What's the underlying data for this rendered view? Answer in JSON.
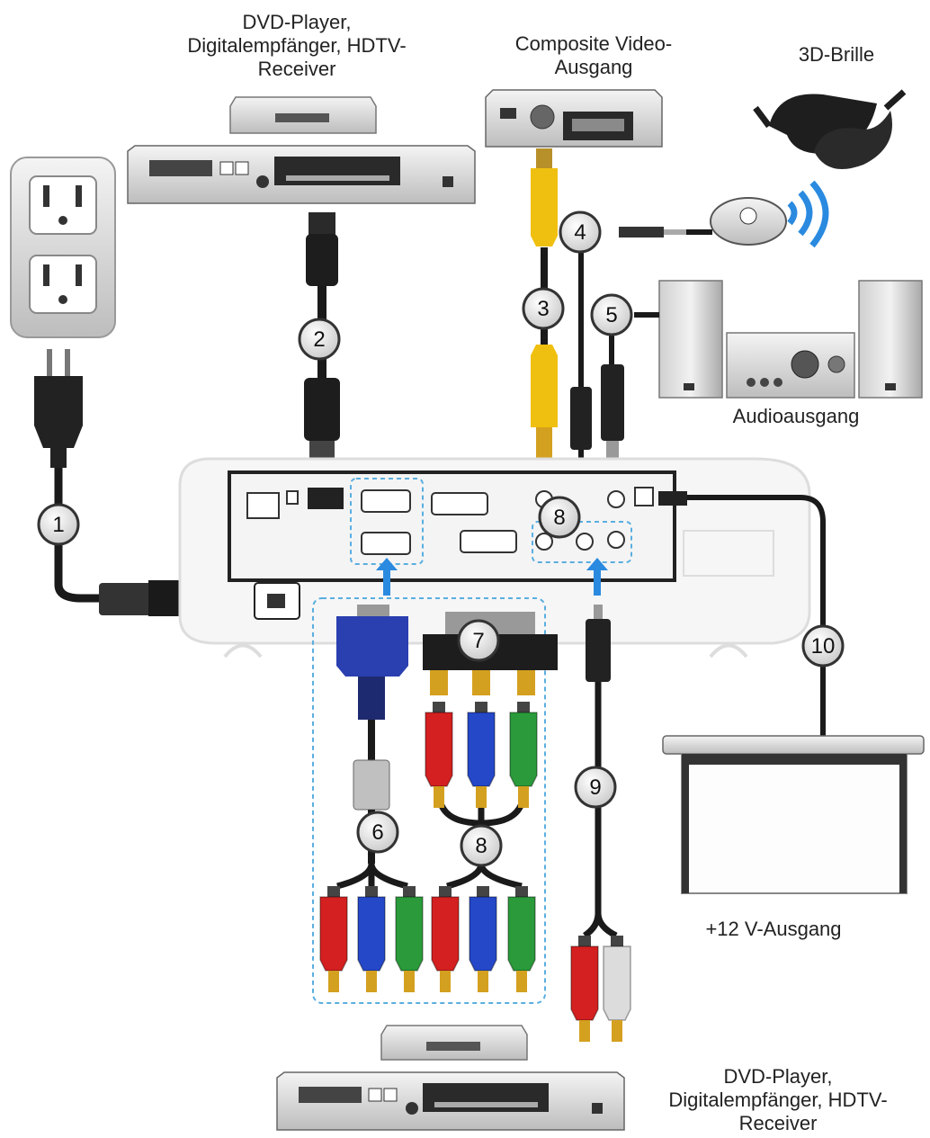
{
  "labels": {
    "dvd_top_line1": "DVD-Player,",
    "dvd_top_line2": "Digitalempfänger, HDTV-",
    "dvd_top_line3": "Receiver",
    "composite_line1": "Composite Video-",
    "composite_line2": "Ausgang",
    "glasses": "3D-Brille",
    "audio_out": "Audioausgang",
    "trigger_out": "+12 V-Ausgang",
    "dvd_bottom_line1": "DVD-Player,",
    "dvd_bottom_line2": "Digitalempfänger, HDTV-",
    "dvd_bottom_line3": "Receiver"
  },
  "connections": [
    {
      "number": "1",
      "cable": "power-cord"
    },
    {
      "number": "2",
      "cable": "hdmi-cable"
    },
    {
      "number": "3",
      "cable": "composite-video-cable"
    },
    {
      "number": "4",
      "cable": "3d-emitter-cable"
    },
    {
      "number": "5",
      "cable": "audio-out-cable"
    },
    {
      "number": "6",
      "cable": "vga-to-component-cable"
    },
    {
      "number": "7",
      "cable": "scart-rgb-adapter"
    },
    {
      "number": "8",
      "cable": "component-cable"
    },
    {
      "number": "8",
      "cable": "component-cable-projector"
    },
    {
      "number": "9",
      "cable": "audio-in-cable"
    },
    {
      "number": "10",
      "cable": "12v-trigger-cable"
    }
  ],
  "colors": {
    "rca_red": "#d42020",
    "rca_blue": "#2448c8",
    "rca_green": "#2a9a3a",
    "rca_white": "#dcdcdc",
    "rca_yellow": "#f0c010",
    "vga_blue": "#2a3fb0",
    "wifi_blue": "#2a8ae0",
    "highlight_dash": "#5aaee0",
    "cable_black": "#1a1a1a"
  }
}
